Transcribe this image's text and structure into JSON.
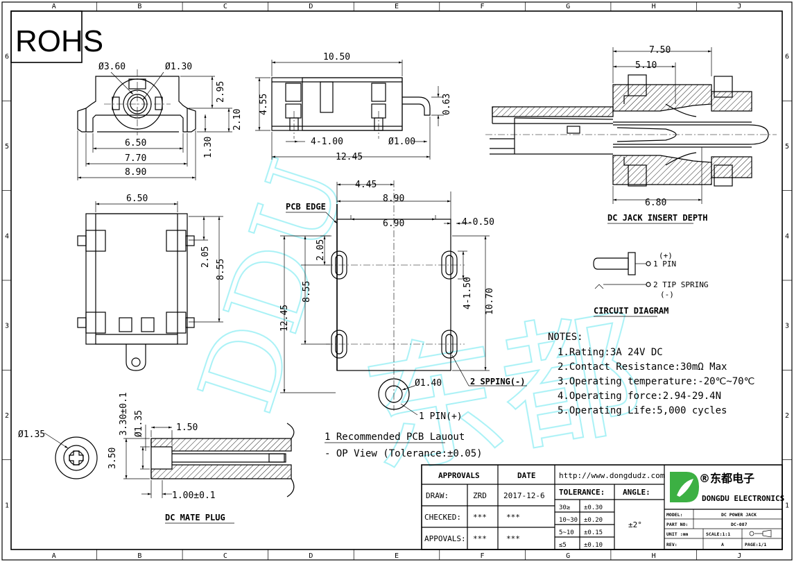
{
  "grid": {
    "cols": [
      "A",
      "B",
      "C",
      "D",
      "E",
      "F",
      "G",
      "H",
      "J"
    ],
    "rows": [
      "6",
      "5",
      "4",
      "3",
      "2",
      "1"
    ]
  },
  "rohs": "ROHS",
  "watermark": {
    "latin": "DDU",
    "cjk": "东都"
  },
  "views": {
    "top_front": {
      "d1": "Ø3.60",
      "d2": "Ø1.30",
      "h1": "2.95",
      "h2": "2.10",
      "h3": "1.30",
      "w1": "6.50",
      "w2": "7.70",
      "w3": "8.90"
    },
    "side": {
      "w_top": "10.50",
      "h": "4.55",
      "pin": "0.63",
      "holes": "4-1.00",
      "d": "Ø1.00",
      "w_bot": "12.45"
    },
    "plan": {
      "w": "6.50",
      "h1": "2.05",
      "h2": "8.55"
    },
    "pcb": {
      "w1": "4.45",
      "w2": "8.90",
      "w3": "6.90",
      "slot_w": "4-0.50",
      "edge": "PCB EDGE",
      "h_small": "2.05",
      "h_mid": "8.55",
      "h_tot": "12.45",
      "slot_h": "4-1.50",
      "h_right": "10.70",
      "hole": "Ø1.40",
      "spring": "2 SPPING(-)",
      "pin": "1 PIN(+)",
      "title": "1 Recommended PCB Lauout",
      "subtitle": "- OP View (Tolerance:±0.05)"
    },
    "insert": {
      "w1": "7.50",
      "w2": "5.10",
      "w3": "6.80",
      "title": "DC JACK INSERT DEPTH"
    },
    "circuit": {
      "plus": "(+)",
      "pin": "1 PIN",
      "spring": "2 TIP SPRING",
      "minus": "(-)",
      "title": "CIRCUIT DIAGRAM"
    },
    "plug": {
      "d_face": "Ø1.35",
      "d_inner": "Ø1.35",
      "len_top": "3.30±0.1",
      "w_top": "1.50",
      "h": "3.50",
      "w_bot": "1.00±0.1",
      "title": "DC MATE PLUG"
    }
  },
  "notes": {
    "title": "NOTES:",
    "items": [
      "1.Rating:3A 24V DC",
      "2.Contact Resistance:30mΩ  Max",
      "3.Operating temperature:-20℃~70℃",
      "4.Operating force:2.94-29.4N",
      "5.Operating Life:5,000 cycles"
    ]
  },
  "title_block": {
    "approvals": "APPROVALS",
    "date": "DATE",
    "draw_label": "DRAW:",
    "draw_name": "ZRD",
    "draw_date": "2017-12-6",
    "checked_label": "CHECKED:",
    "checked_name": "***",
    "checked_date": "***",
    "appovals_label": "APPOVALS:",
    "appovals_name": "***",
    "appovals_date": "***",
    "url": "http://www.dongdudz.com",
    "tolerance": "TOLERANCE:",
    "angle": "ANGLE:",
    "angle_val": "±2°",
    "tol_rows": [
      {
        "range": "30≥",
        "tol": "±0.30"
      },
      {
        "range": "10~30",
        "tol": "±0.20"
      },
      {
        "range": "5~10",
        "tol": "±0.15"
      },
      {
        "range": "≤5",
        "tol": "±0.10"
      }
    ],
    "company_cn": "®东都电子",
    "company_en": "DONGDU ELECTRONICS",
    "model_label": "MODEL:",
    "model_val": "DC POWER JACK",
    "part_label": "PART NO:",
    "part_val": "DC-087",
    "unit_label": "UNIT :mm",
    "scale_label": "SCALE:1:1",
    "rev_label": "REV:",
    "rev_val": "A",
    "page_label": "PAGE:1/1"
  }
}
